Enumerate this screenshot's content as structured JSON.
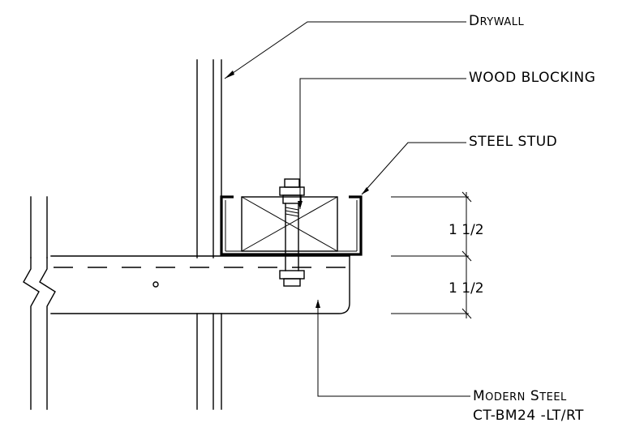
{
  "labels": {
    "drywall": {
      "first": "D",
      "rest": "RYWALL"
    },
    "wood_blocking": "WOOD BLOCKING",
    "steel_stud": "STEEL STUD",
    "modern_steel": {
      "m": "M",
      "odern": "ODERN",
      "s": "S",
      "teel": "TEEL"
    },
    "member": "CT-BM24 -LT/RT"
  },
  "dimensions": {
    "upper": "1 1/2",
    "lower": "1 1/2"
  }
}
